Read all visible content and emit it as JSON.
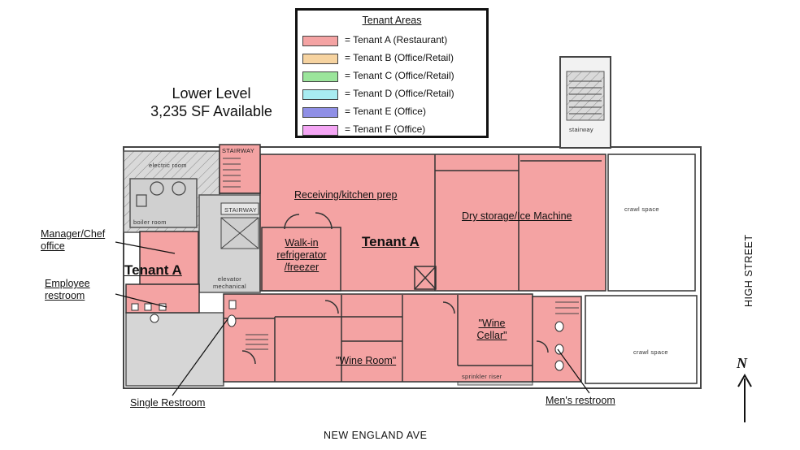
{
  "legend": {
    "title": "Tenant Areas",
    "items": [
      {
        "label": "= Tenant A (Restaurant)",
        "color": "#f4a3a3"
      },
      {
        "label": "= Tenant B (Office/Retail)",
        "color": "#f6d3a0"
      },
      {
        "label": "= Tenant C (Office/Retail)",
        "color": "#9be59b"
      },
      {
        "label": "= Tenant D (Office/Retail)",
        "color": "#a8ecf1"
      },
      {
        "label": "= Tenant E (Office)",
        "color": "#8f8fe6"
      },
      {
        "label": "= Tenant F (Office)",
        "color": "#f4a6f4"
      }
    ]
  },
  "level": {
    "line1": "Lower Level",
    "line2": "3,235 SF Available"
  },
  "rooms": {
    "receiving": "Receiving/kitchen  prep",
    "dry_storage": "Dry storage/Ice Machine",
    "walkin_1": "Walk-in",
    "walkin_2": "refrigerator",
    "walkin_3": "/freezer",
    "tenant_a_main": "Tenant A",
    "tenant_a_left": "Tenant A",
    "wine_room": "\"Wine Room\"",
    "wine_cellar_1": "\"Wine",
    "wine_cellar_2": "Cellar\""
  },
  "small_labels": {
    "electric_room": "electric room",
    "boiler_room": "boiler room",
    "stairway_top": "STAIRWAY",
    "stairway_mid": "STAIRWAY",
    "stairway_right": "stairway",
    "elevator_1": "elevator",
    "elevator_2": "mechanical",
    "crawl_1": "crawl  space",
    "crawl_2": "crawl  space",
    "sprinkler": "sprinkler  riser"
  },
  "callouts": {
    "manager_1": "Manager/Chef",
    "manager_2": "office",
    "employee_1": "Employee",
    "employee_2": "restroom",
    "single": "Single Restroom",
    "mens": "Men's  restroom"
  },
  "streets": {
    "south": "NEW ENGLAND AVE",
    "east": "HIGH STREET"
  },
  "north": "N"
}
